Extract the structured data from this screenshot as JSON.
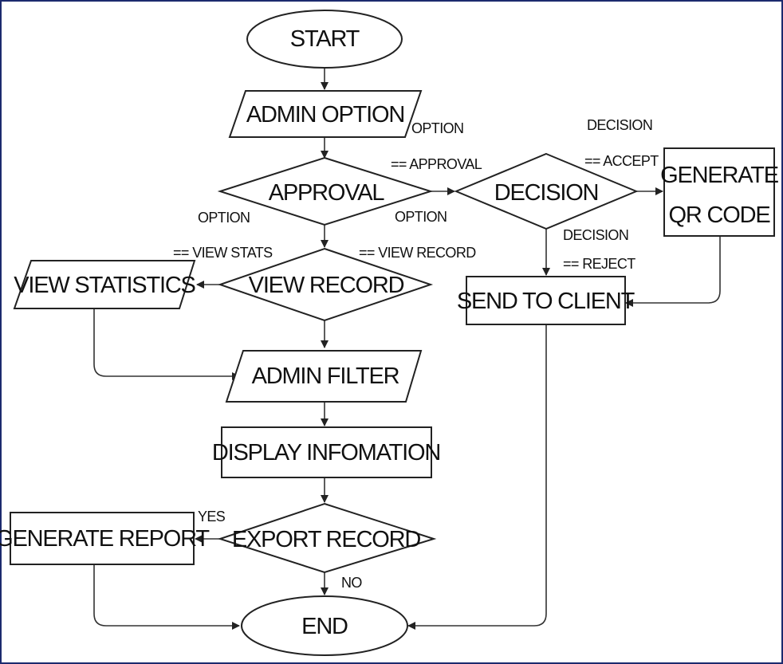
{
  "nodes": {
    "start": "START",
    "admin_option": "ADMIN OPTION",
    "approval": "APPROVAL",
    "decision": "DECISION",
    "generate_qr_line1": "GENERATE",
    "generate_qr_line2": "QR CODE",
    "view_record": "VIEW RECORD",
    "view_statistics": "VIEW STATISTICS",
    "send_to_client": "SEND TO CLIENT",
    "admin_filter": "ADMIN FILTER",
    "display_information": "DISPLAY INFOMATION",
    "export_record": "EXPORT RECORD",
    "generate_report": "GENERATE REPORT",
    "end": "END"
  },
  "edge_labels": {
    "option_approval_1": "OPTION",
    "option_approval_2": "== APPROVAL",
    "decision_accept_1": "DECISION",
    "decision_accept_2": "== ACCEPT",
    "option_view_stats_1": "OPTION",
    "option_view_stats_2": "== VIEW STATS",
    "option_view_record_1": "OPTION",
    "option_view_record_2": "== VIEW RECORD",
    "decision_reject_1": "DECISION",
    "decision_reject_2": "== REJECT",
    "yes": "YES",
    "no": "NO"
  },
  "colors": {
    "frame_border": "#1c2a6e",
    "shape_stroke": "#222222",
    "edge_stroke": "#333333",
    "text": "#111111"
  }
}
